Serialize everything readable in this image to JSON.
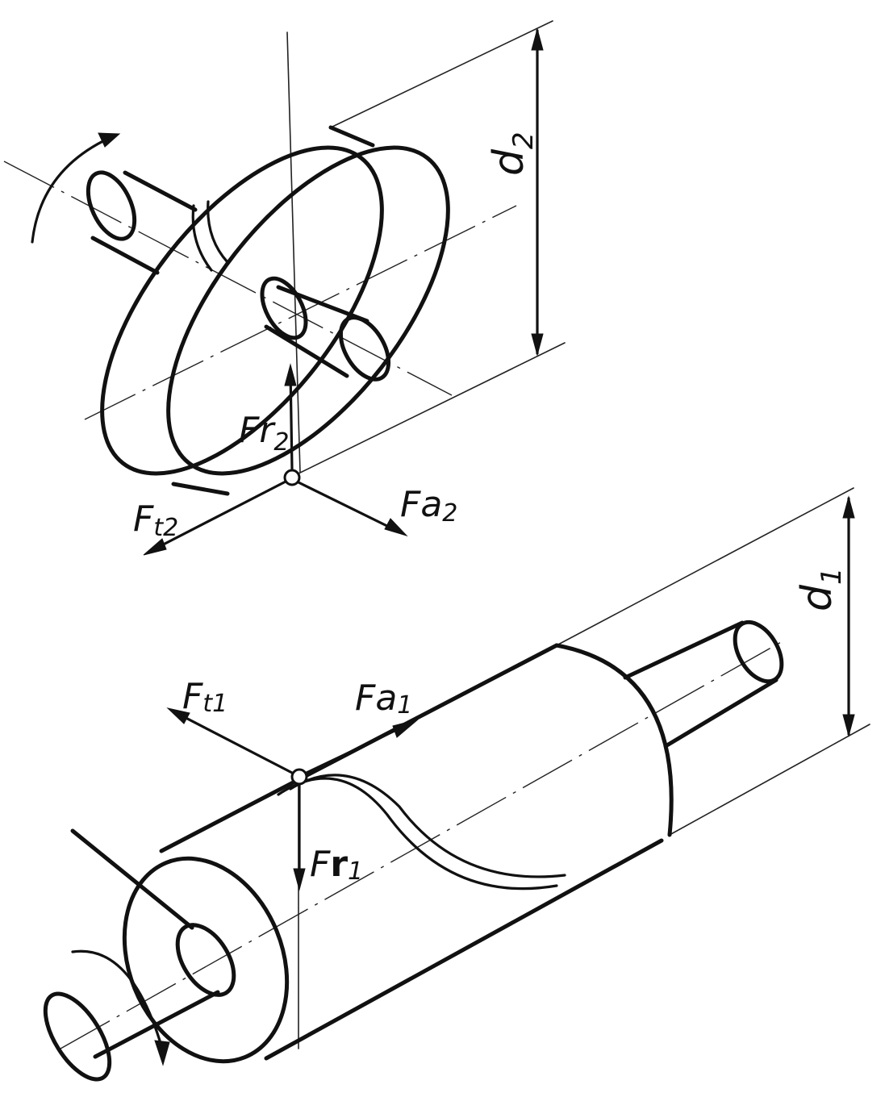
{
  "labels": {
    "d2": {
      "main": "d",
      "sub": "2"
    },
    "d1": {
      "main": "d",
      "sub": "1"
    },
    "fr2": {
      "main": "F",
      "mid": "r",
      "sub": "2"
    },
    "ft2": {
      "main": "F",
      "mid": "t",
      "sub": "2"
    },
    "fa2": {
      "main": "F",
      "mid": "a",
      "sub": "2"
    },
    "ft1": {
      "main": "F",
      "mid": "t",
      "sub": "1"
    },
    "fa1": {
      "main": "F",
      "mid": "a",
      "sub": "1"
    },
    "fr1": {
      "main": "F",
      "mid": "r",
      "sub": "1"
    }
  }
}
